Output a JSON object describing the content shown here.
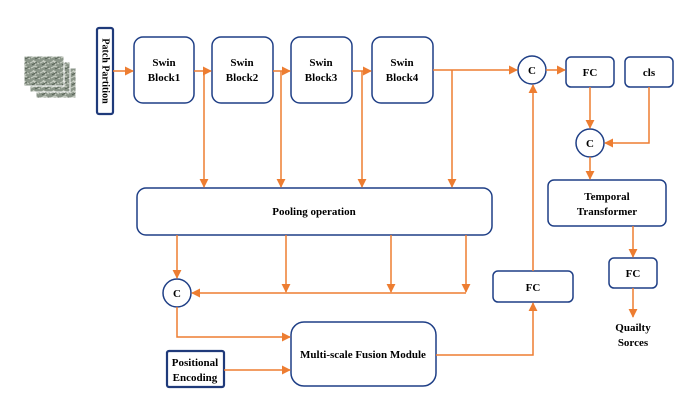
{
  "diagram": {
    "input_images": "input-image-stack",
    "patch_partition": "Patch Partition",
    "swin_block_1": [
      "Swin",
      "Block1"
    ],
    "swin_block_2": [
      "Swin",
      "Block2"
    ],
    "swin_block_3": [
      "Swin",
      "Block3"
    ],
    "swin_block_4": [
      "Swin",
      "Block4"
    ],
    "concat_symbol": "C",
    "fc": "FC",
    "cls": "cls",
    "temporal_transformer": [
      "Temporal",
      "Transformer"
    ],
    "pooling_operation": "Pooling operation",
    "multi_scale_fusion": "Multi-scale  Fusion Module",
    "positional_encoding": [
      "Positional",
      "Encoding"
    ],
    "output": [
      "Quailty",
      "Sorces"
    ]
  },
  "colors": {
    "box_stroke": "#1f3f86",
    "arrow": "#ed7d31",
    "text": "#000000",
    "background": "#ffffff"
  }
}
